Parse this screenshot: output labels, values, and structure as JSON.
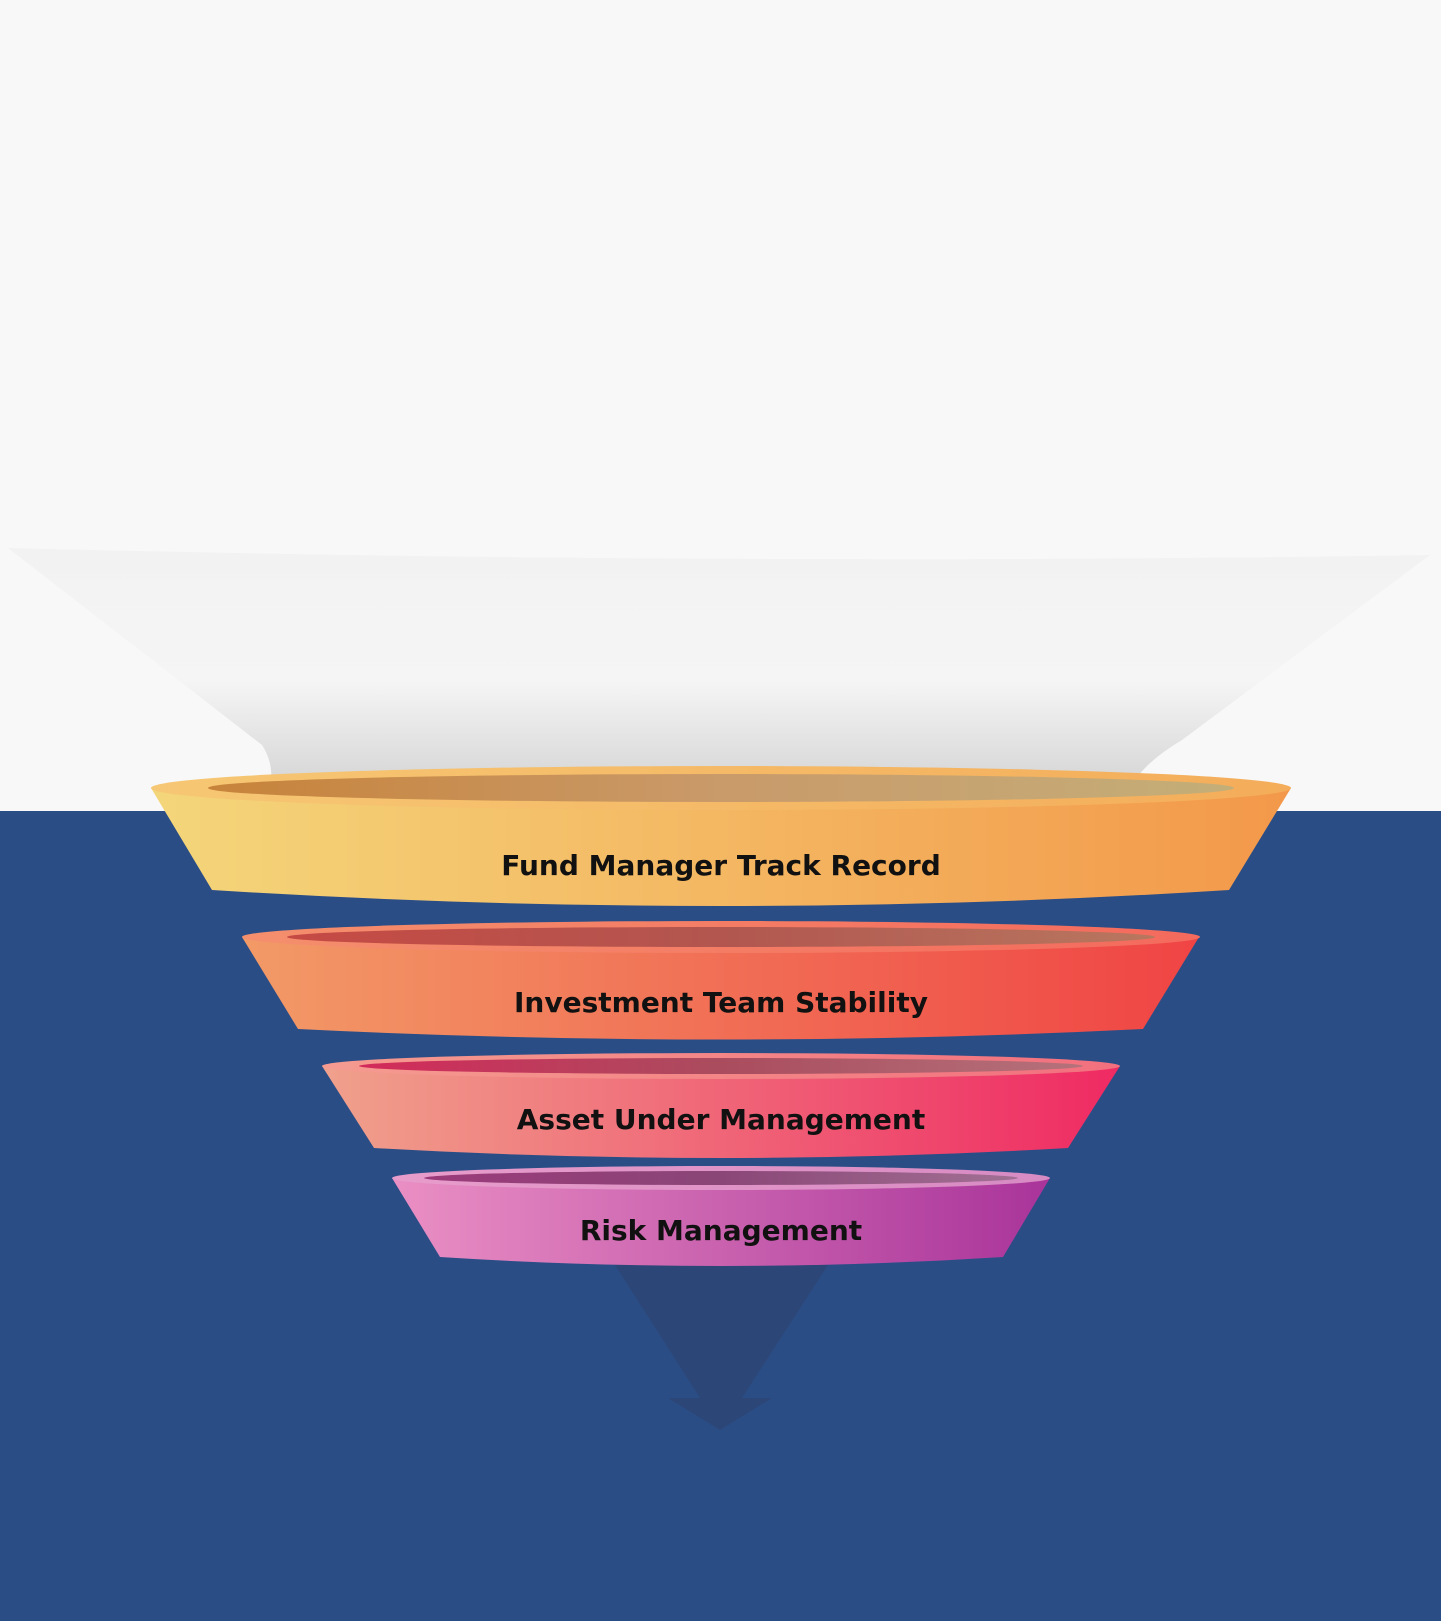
{
  "stages": [
    {
      "label": "Fund Manager Track Record",
      "color_left": "#f4d67a",
      "color_right": "#f3984a"
    },
    {
      "label": "Investment Team Stability",
      "color_left": "#f29a67",
      "color_right": "#f04444"
    },
    {
      "label": "Asset Under Management",
      "color_left": "#f0a18c",
      "color_right": "#ef2a63"
    },
    {
      "label": "Risk Management",
      "color_left": "#ea8fc4",
      "color_right": "#a9349a"
    }
  ],
  "colors": {
    "background_top": "#f8f8f8",
    "background_bottom": "#2b4d86",
    "arrow": "#2c4677"
  }
}
